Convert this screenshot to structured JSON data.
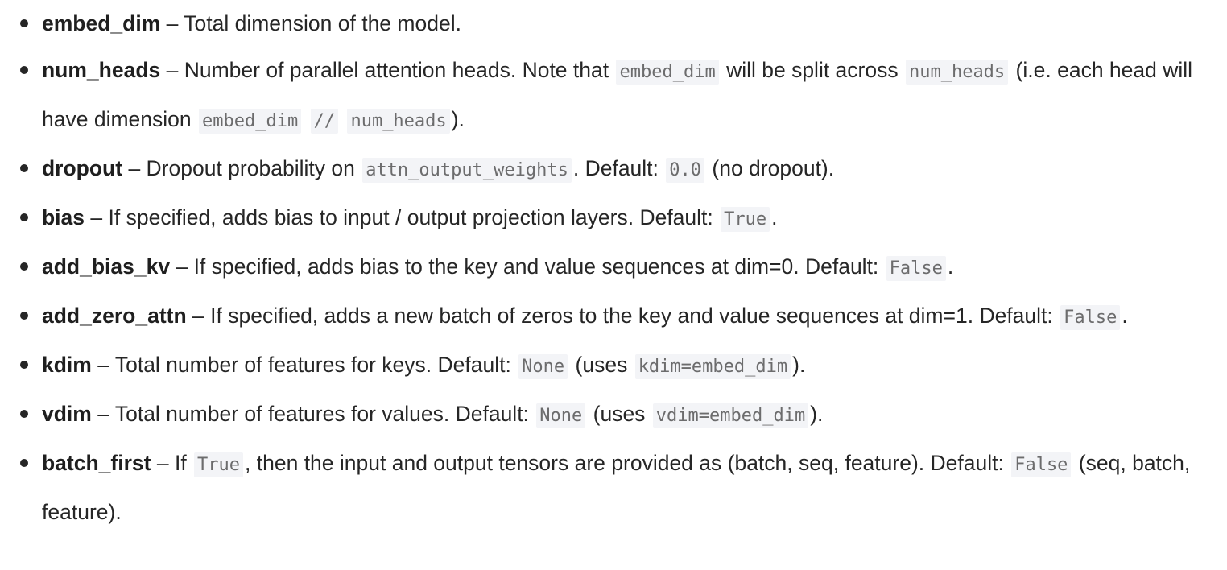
{
  "params": [
    {
      "name": "embed_dim",
      "sep": " – ",
      "t1": "Total dimension of the model."
    },
    {
      "name": "num_heads",
      "sep": " – ",
      "t1": "Number of parallel attention heads. Note that ",
      "c1": "embed_dim",
      "t2": " will be split across ",
      "c2": "num_heads",
      "t3": " (i.e. each head will have dimension ",
      "c3": "embed_dim",
      "t4": " ",
      "c4": "//",
      "t5": " ",
      "c5": "num_heads",
      "t6": ")."
    },
    {
      "name": "dropout",
      "sep": " – ",
      "t1": "Dropout probability on ",
      "c1": "attn_output_weights",
      "t2": ". Default: ",
      "c2": "0.0",
      "t3": " (no dropout)."
    },
    {
      "name": "bias",
      "sep": " – ",
      "t1": "If specified, adds bias to input / output projection layers. Default: ",
      "c1": "True",
      "t2": "."
    },
    {
      "name": "add_bias_kv",
      "sep": " – ",
      "t1": "If specified, adds bias to the key and value sequences at dim=0. Default: ",
      "c1": "False",
      "t2": "."
    },
    {
      "name": "add_zero_attn",
      "sep": " – ",
      "t1": "If specified, adds a new batch of zeros to the key and value sequences at dim=1. Default: ",
      "c1": "False",
      "t2": "."
    },
    {
      "name": "kdim",
      "sep": " – ",
      "t1": "Total number of features for keys. Default: ",
      "c1": "None",
      "t2": " (uses ",
      "c2": "kdim=embed_dim",
      "t3": ")."
    },
    {
      "name": "vdim",
      "sep": " – ",
      "t1": "Total number of features for values. Default: ",
      "c1": "None",
      "t2": " (uses ",
      "c2": "vdim=embed_dim",
      "t3": ")."
    },
    {
      "name": "batch_first",
      "sep": " – ",
      "t1": "If ",
      "c1": "True",
      "t2": ", then the input and output tensors are provided as (batch, seq, feature). Default: ",
      "c2": "False",
      "t3": " (seq, batch, feature)."
    }
  ]
}
